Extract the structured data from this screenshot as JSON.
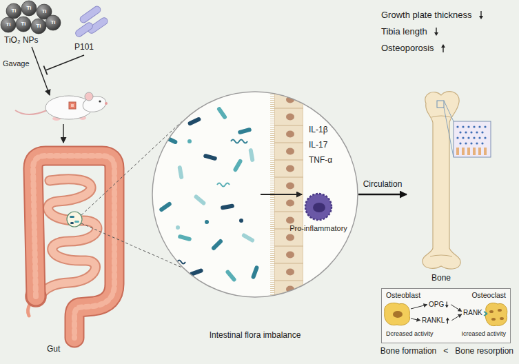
{
  "diagram": {
    "nodes": [
      {
        "text": [
          "IL-1β",
          "IL-17",
          "TNF-α",
          "Intestinal flora imbalance"
        ]
      },
      {
        "text": [
          "Pro-inflammatory"
        ],
        "in": 0
      },
      {
        "text": [
          "Bone"
        ]
      },
      {
        "text": [
          "Osteoblast",
          "Osteoclast",
          "Dcreased activity",
          "Icreased activity"
        ]
      }
    ],
    "edges": [
      {
        "from": 0,
        "to": 2,
        "label": "Circulation",
        "arrow": "to"
      }
    ],
    "labels": [
      "Ti",
      "Ti",
      "Ti",
      "Ti",
      "Ti",
      "Ti",
      "Ti",
      "TiO₂ NPs",
      "P101",
      "Gavage",
      "Gut",
      "Growth plate thickness",
      "Tibia length",
      "Osteoporosis",
      "OPG",
      "RANKL",
      "RANK",
      "Bone formation",
      "<",
      "Bone resorption"
    ]
  }
}
